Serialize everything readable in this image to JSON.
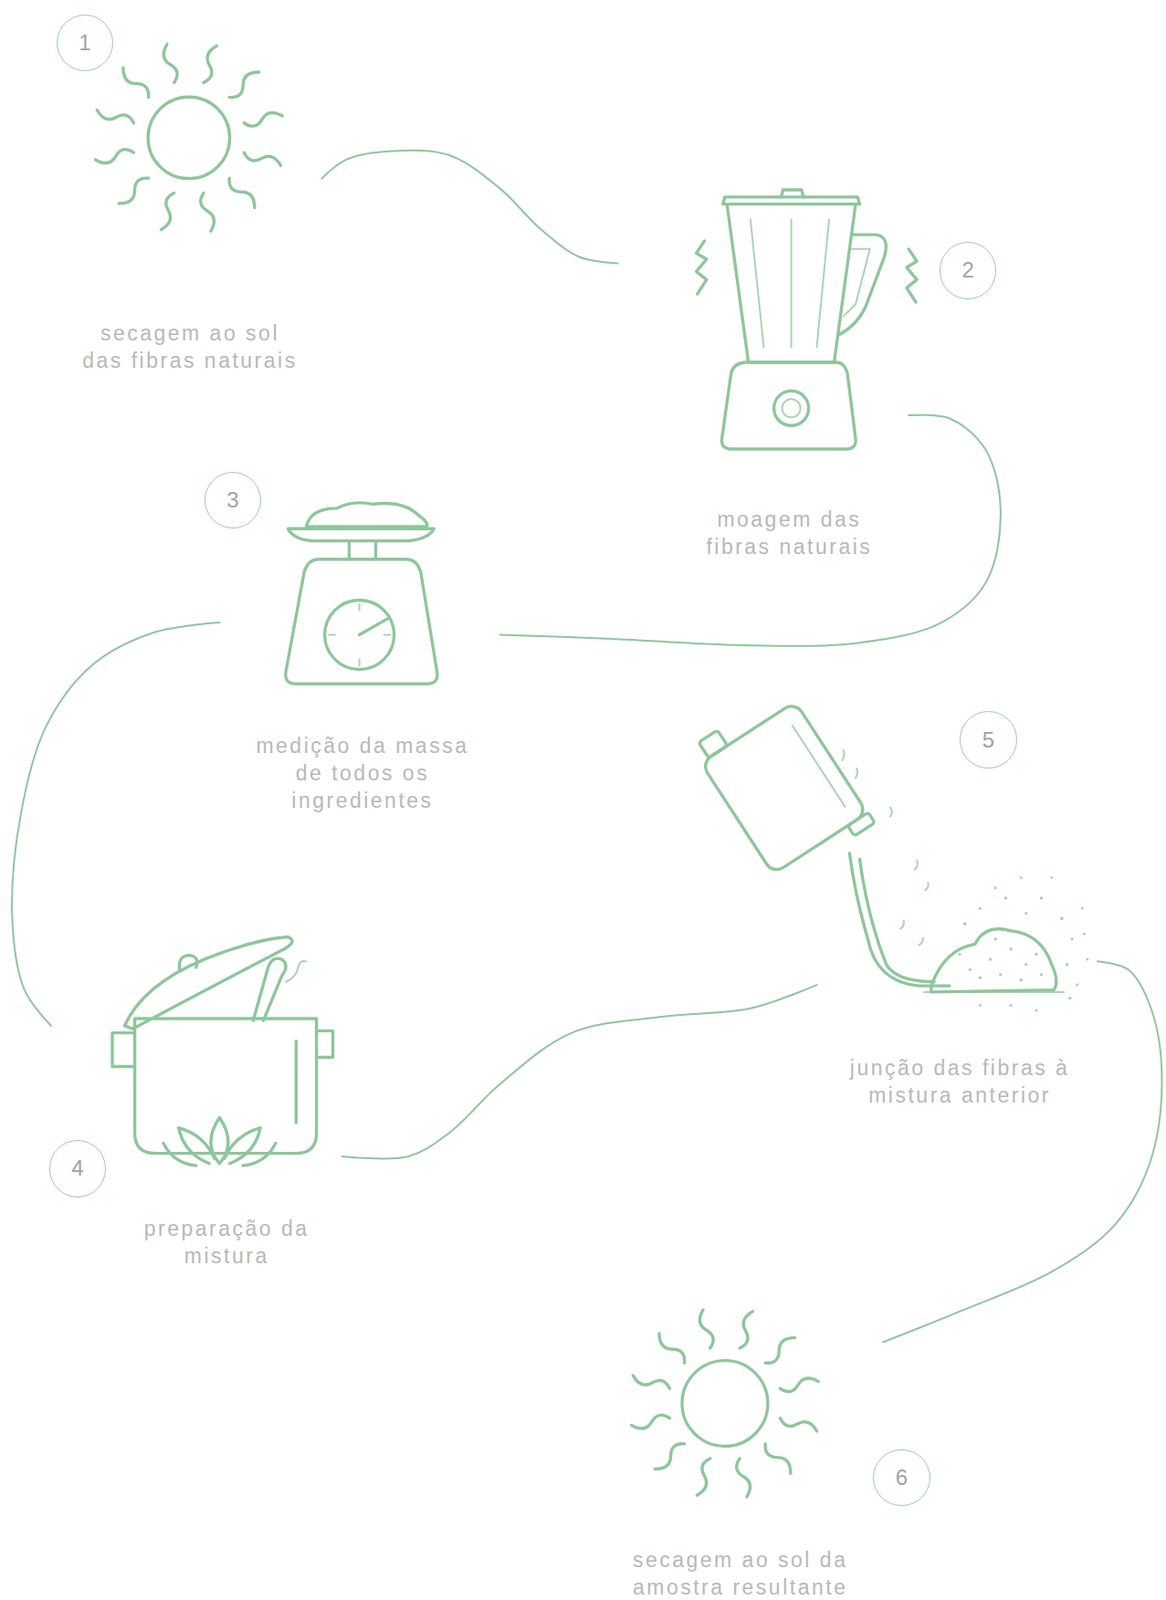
{
  "diagram": {
    "nodes": [
      {
        "text": [
          "1"
        ]
      },
      {
        "text": [
          "secagem ao sol das fibras naturais"
        ]
      },
      {
        "text": [
          "2"
        ]
      },
      {
        "text": [
          "moagem das fibras naturais"
        ]
      },
      {
        "text": [
          "3"
        ]
      },
      {
        "text": [
          "medição da massa de todos os ingredientes"
        ]
      },
      {
        "text": [
          "4"
        ]
      },
      {
        "text": [
          "preparação da mistura"
        ]
      },
      {
        "text": [
          "5"
        ]
      },
      {
        "text": [
          "junção das fibras à mistura anterior"
        ]
      },
      {
        "text": [
          "6"
        ]
      },
      {
        "text": [
          "secagem ao sol da amostra resultante"
        ]
      }
    ],
    "edges": [
      {
        "from": 1,
        "to": 3,
        "arrow": "none"
      },
      {
        "from": 3,
        "to": 5,
        "arrow": "none"
      },
      {
        "from": 5,
        "to": 7,
        "arrow": "none"
      },
      {
        "from": 7,
        "to": 9,
        "arrow": "none"
      },
      {
        "from": 9,
        "to": 11,
        "arrow": "none"
      }
    ]
  }
}
